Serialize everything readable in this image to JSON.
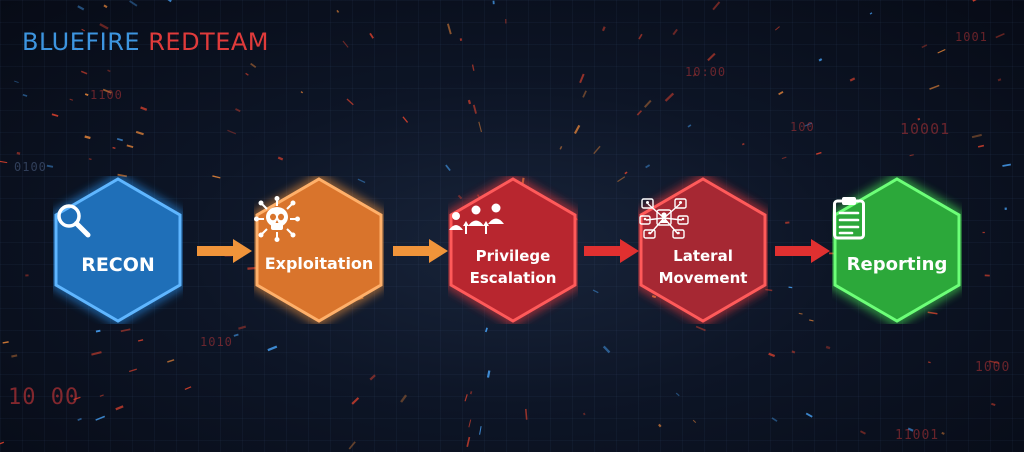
{
  "brand": {
    "part1": "BLUEFIRE",
    "part2": "REDTEAM",
    "blue": "#3d95e0",
    "red": "#e03b3b"
  },
  "background_numbers": [
    "10001",
    "1000",
    "0100",
    "1100",
    "10 00",
    "11001",
    "1010",
    "10:00",
    "100",
    "1000",
    "1001"
  ],
  "stages": [
    {
      "label": "RECON",
      "icon": "magnifier-icon",
      "fill": "#1f6fb8",
      "glow": "#2a9bff"
    },
    {
      "label": "Exploitation",
      "icon": "skull-virus-icon",
      "fill": "#d9742c",
      "glow": "#ff9a3d"
    },
    {
      "label_line1": "Privilege",
      "label_line2": "Escalation",
      "icon": "users-up-arrows-icon",
      "fill": "#b8262f",
      "glow": "#ff3b3b"
    },
    {
      "label_line1": "Lateral",
      "label_line2": "Movement",
      "icon": "network-users-icon",
      "fill": "#a62833",
      "glow": "#ff3b3b"
    },
    {
      "label": "Reporting",
      "icon": "clipboard-icon",
      "fill": "#2ca83a",
      "glow": "#4dff5a"
    }
  ],
  "arrows": [
    {
      "color": "#f0943a"
    },
    {
      "color": "#f0943a"
    },
    {
      "color": "#e03030"
    },
    {
      "color": "#e03030"
    }
  ]
}
